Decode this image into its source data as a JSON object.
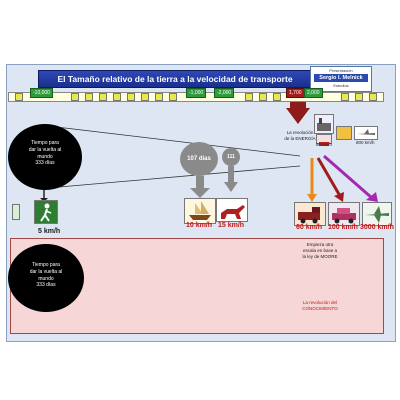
{
  "title": "El Tamaño relativo de la tierra a la velocidad de transporte",
  "author": {
    "pre": "Presentación",
    "name": "Sergio I. Melnick",
    "post": "Estudios"
  },
  "timeline": {
    "labels": [
      "-10,000",
      "-1,000",
      "-2,000",
      "1,700",
      "2,000"
    ]
  },
  "top_section": {
    "black_circle": {
      "line1": "Tiempo para",
      "line2": "dar la vuelta al",
      "line3": "mundo",
      "line4": "333 días"
    },
    "gray_circle_large": "107 días",
    "gray_circle_small": "111",
    "walk_speed": "5 km/h",
    "ship_speed": "10 km/h",
    "horse_speed": "15 km/h",
    "train_speed": "60 km/h",
    "car_speed": "100 km/h",
    "plane_speed": "3000 km/h",
    "small_speed_1": "60 km/h",
    "small_speed_2": "800 km/h",
    "energy_note": {
      "line1": "La revolución",
      "line2": "de la ENERGÍA"
    }
  },
  "bottom_section": {
    "black_circle": {
      "line1": "Tiempo para",
      "line2": "dar la vuelta al",
      "line3": "mundo",
      "line4": "333 días"
    },
    "scale_note": {
      "line1": "Empieza otra",
      "line2": "escala en base a",
      "line3": "la ley de MOORE"
    },
    "knowledge_note": {
      "line1": "La revolución del",
      "line2": "CONOCIMIENTO"
    }
  }
}
